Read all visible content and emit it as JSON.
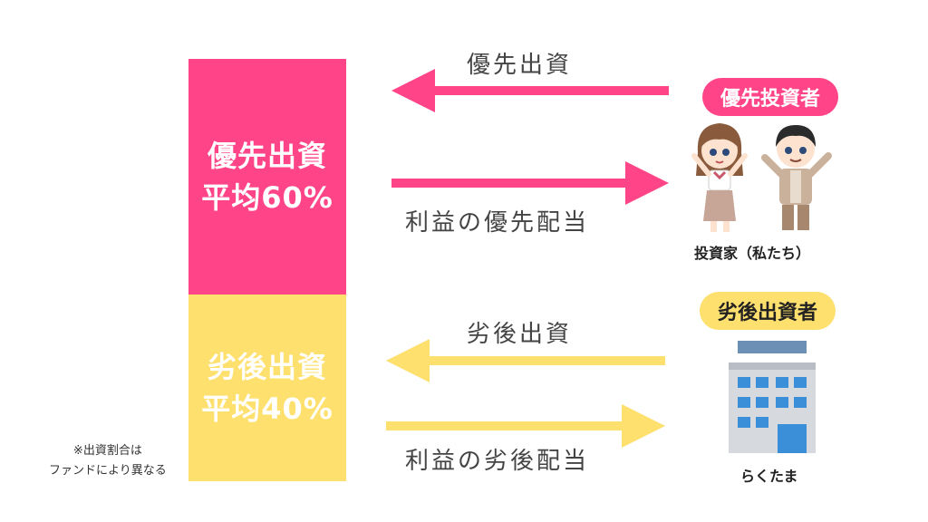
{
  "left_column": {
    "senior": {
      "line1": "優先出資",
      "line2": "平均60%",
      "color": "#ff4587"
    },
    "junior": {
      "line1": "劣後出資",
      "line2": "平均40%",
      "color": "#fde06e"
    }
  },
  "arrows": {
    "senior_in": "優先出資",
    "senior_out": "利益の優先配当",
    "junior_in": "劣後出資",
    "junior_out": "利益の劣後配当"
  },
  "investors": {
    "badge": "優先投資者",
    "caption": "投資家（私たち）",
    "icon": "investor-couple-icon"
  },
  "operator": {
    "badge": "劣後出資者",
    "caption": "らくたま",
    "icon": "office-building-icon"
  },
  "note": {
    "line1": "※出資割合は",
    "line2": "ファンドにより異なる"
  }
}
